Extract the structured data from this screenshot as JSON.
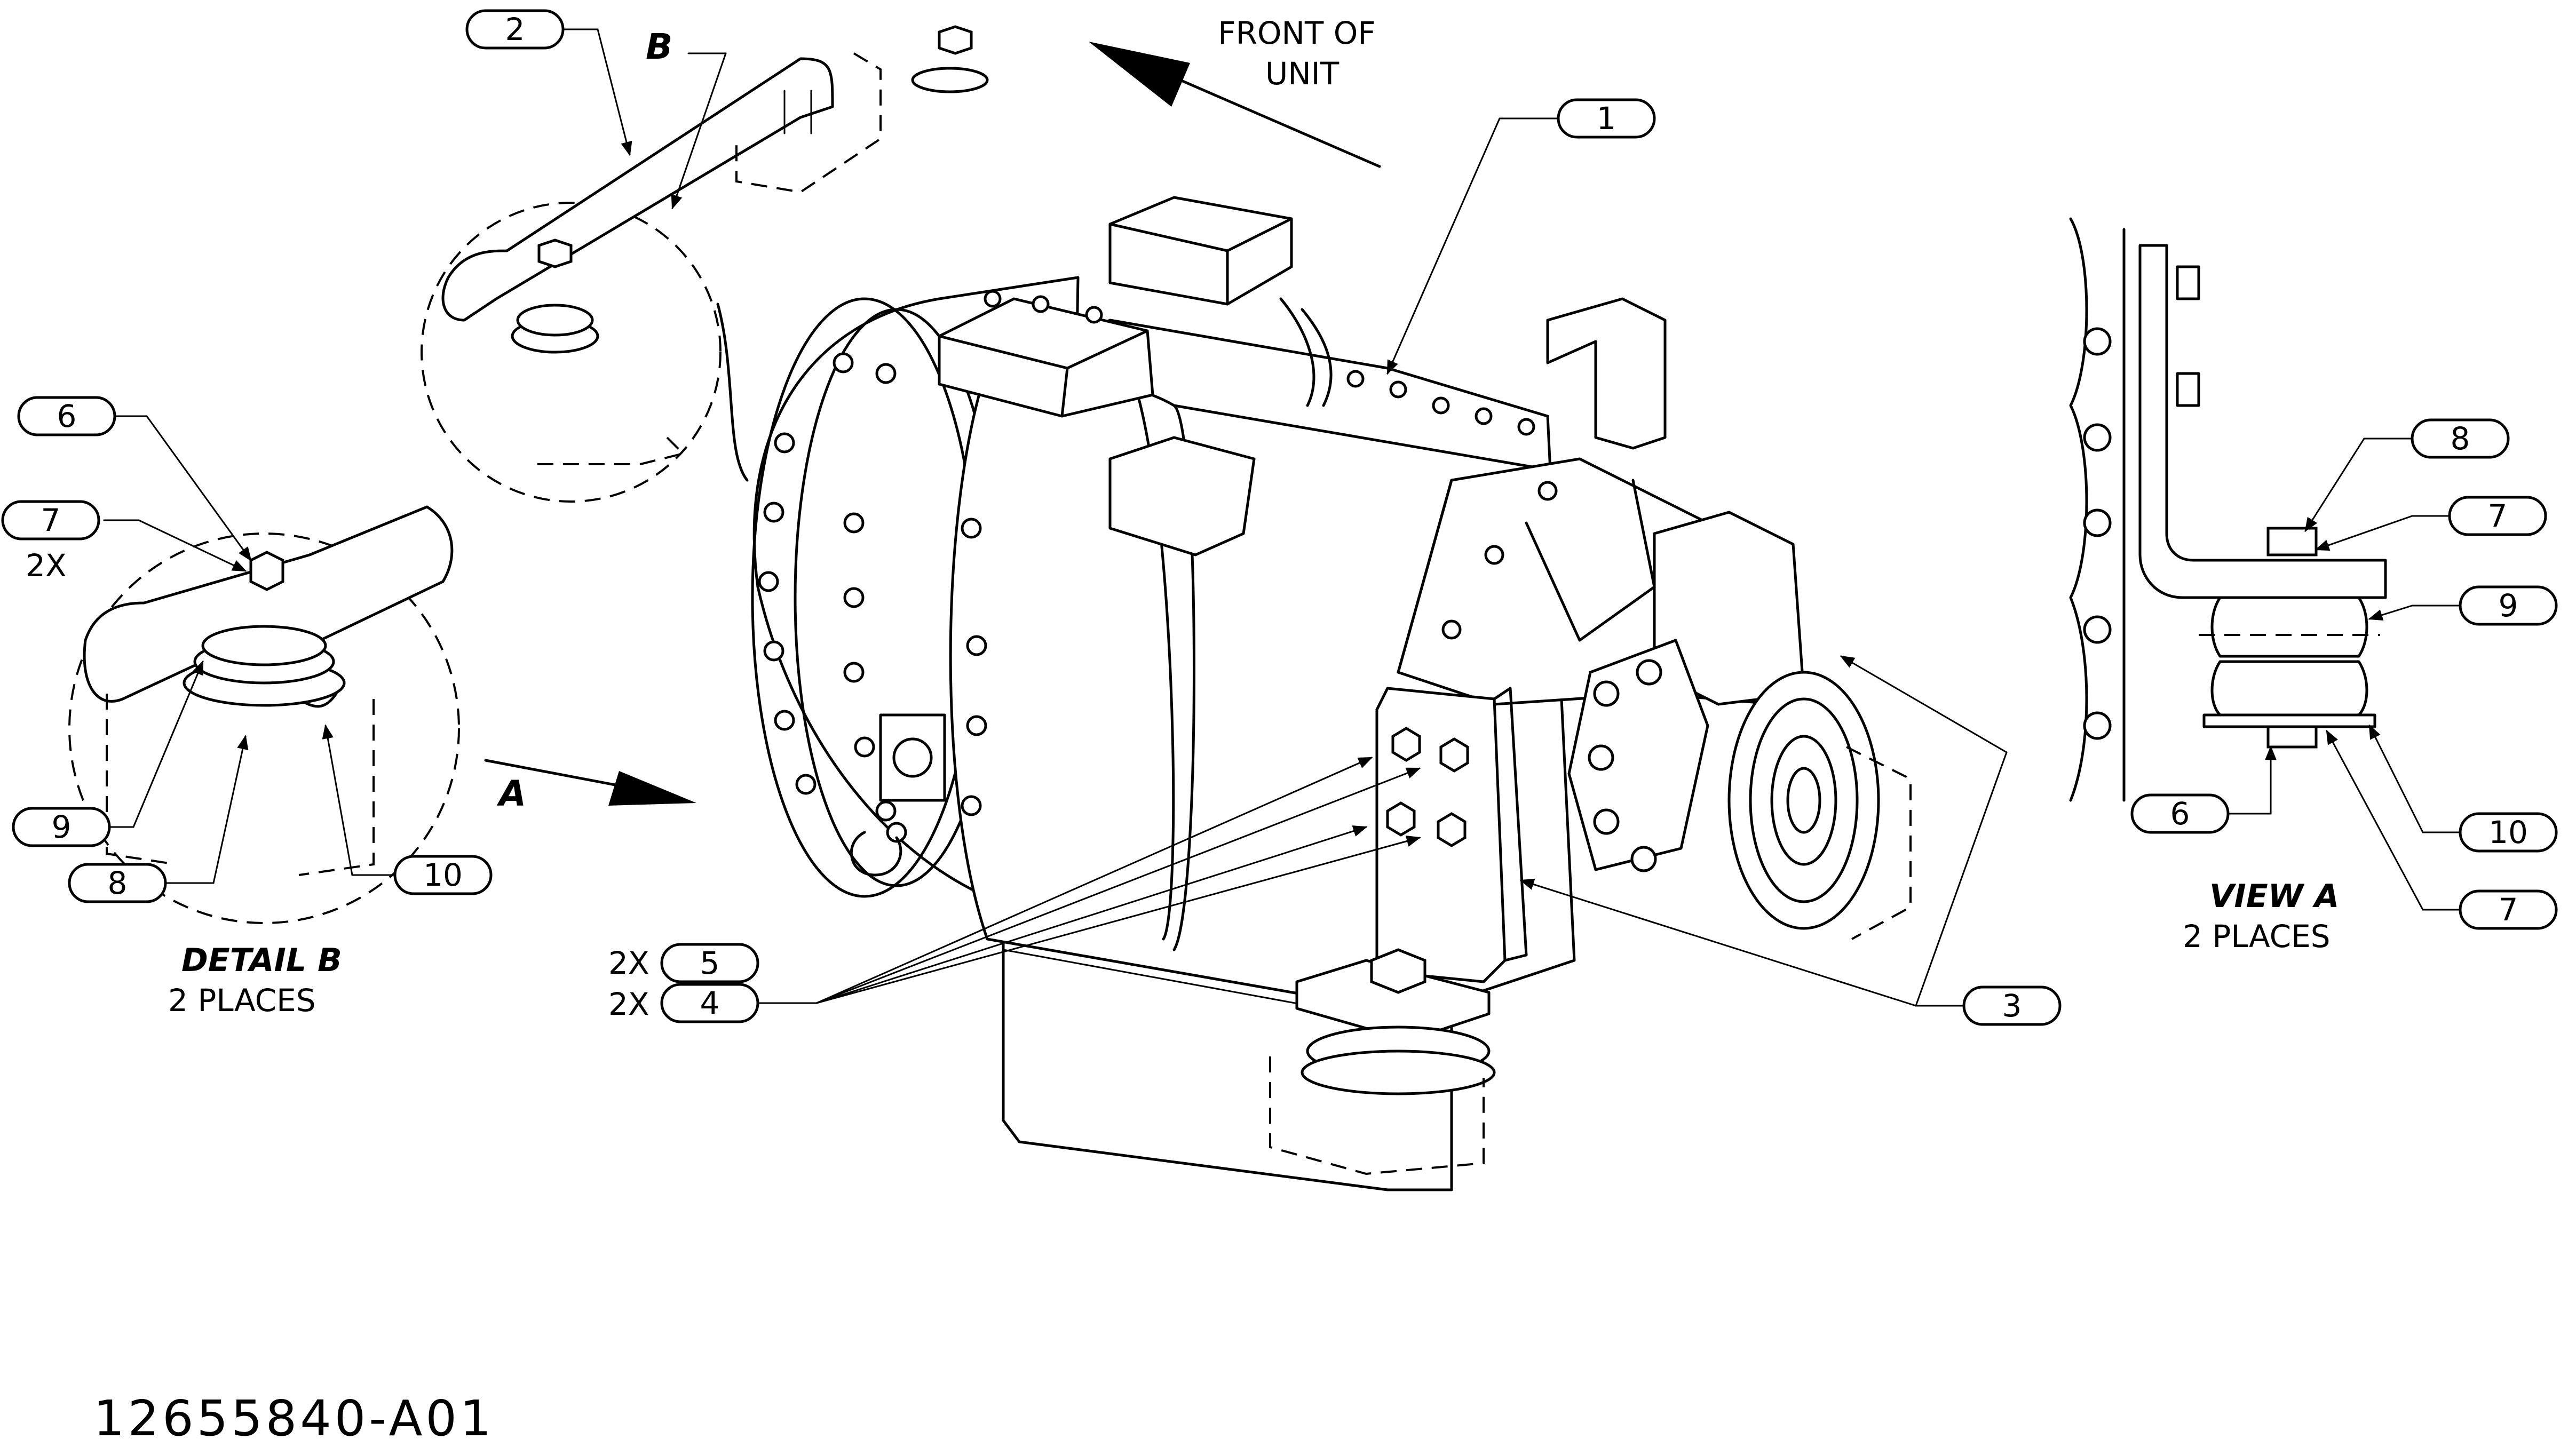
{
  "drawing": {
    "front_label_line1": "FRONT OF",
    "front_label_line2": "UNIT",
    "view_arrow_label": "A",
    "detail_circle_label": "B",
    "document_number": "12655840-A01"
  },
  "detail_b": {
    "title": "DETAIL B",
    "subtitle": "2 PLACES",
    "qty_label": "2X"
  },
  "view_a": {
    "title": "VIEW A",
    "subtitle": "2 PLACES"
  },
  "callouts": {
    "c1": "1",
    "c2": "2",
    "c3": "3",
    "c4": "4",
    "c5": "5",
    "c6_detail": "6",
    "c7_detail": "7",
    "c8_detail": "8",
    "c9_detail": "9",
    "c10_detail": "10",
    "c6_view": "6",
    "c7_view_top": "7",
    "c7_view_bottom": "7",
    "c8_view": "8",
    "c9_view": "9",
    "c10_view": "10",
    "qty_5": "2X",
    "qty_4": "2X"
  }
}
